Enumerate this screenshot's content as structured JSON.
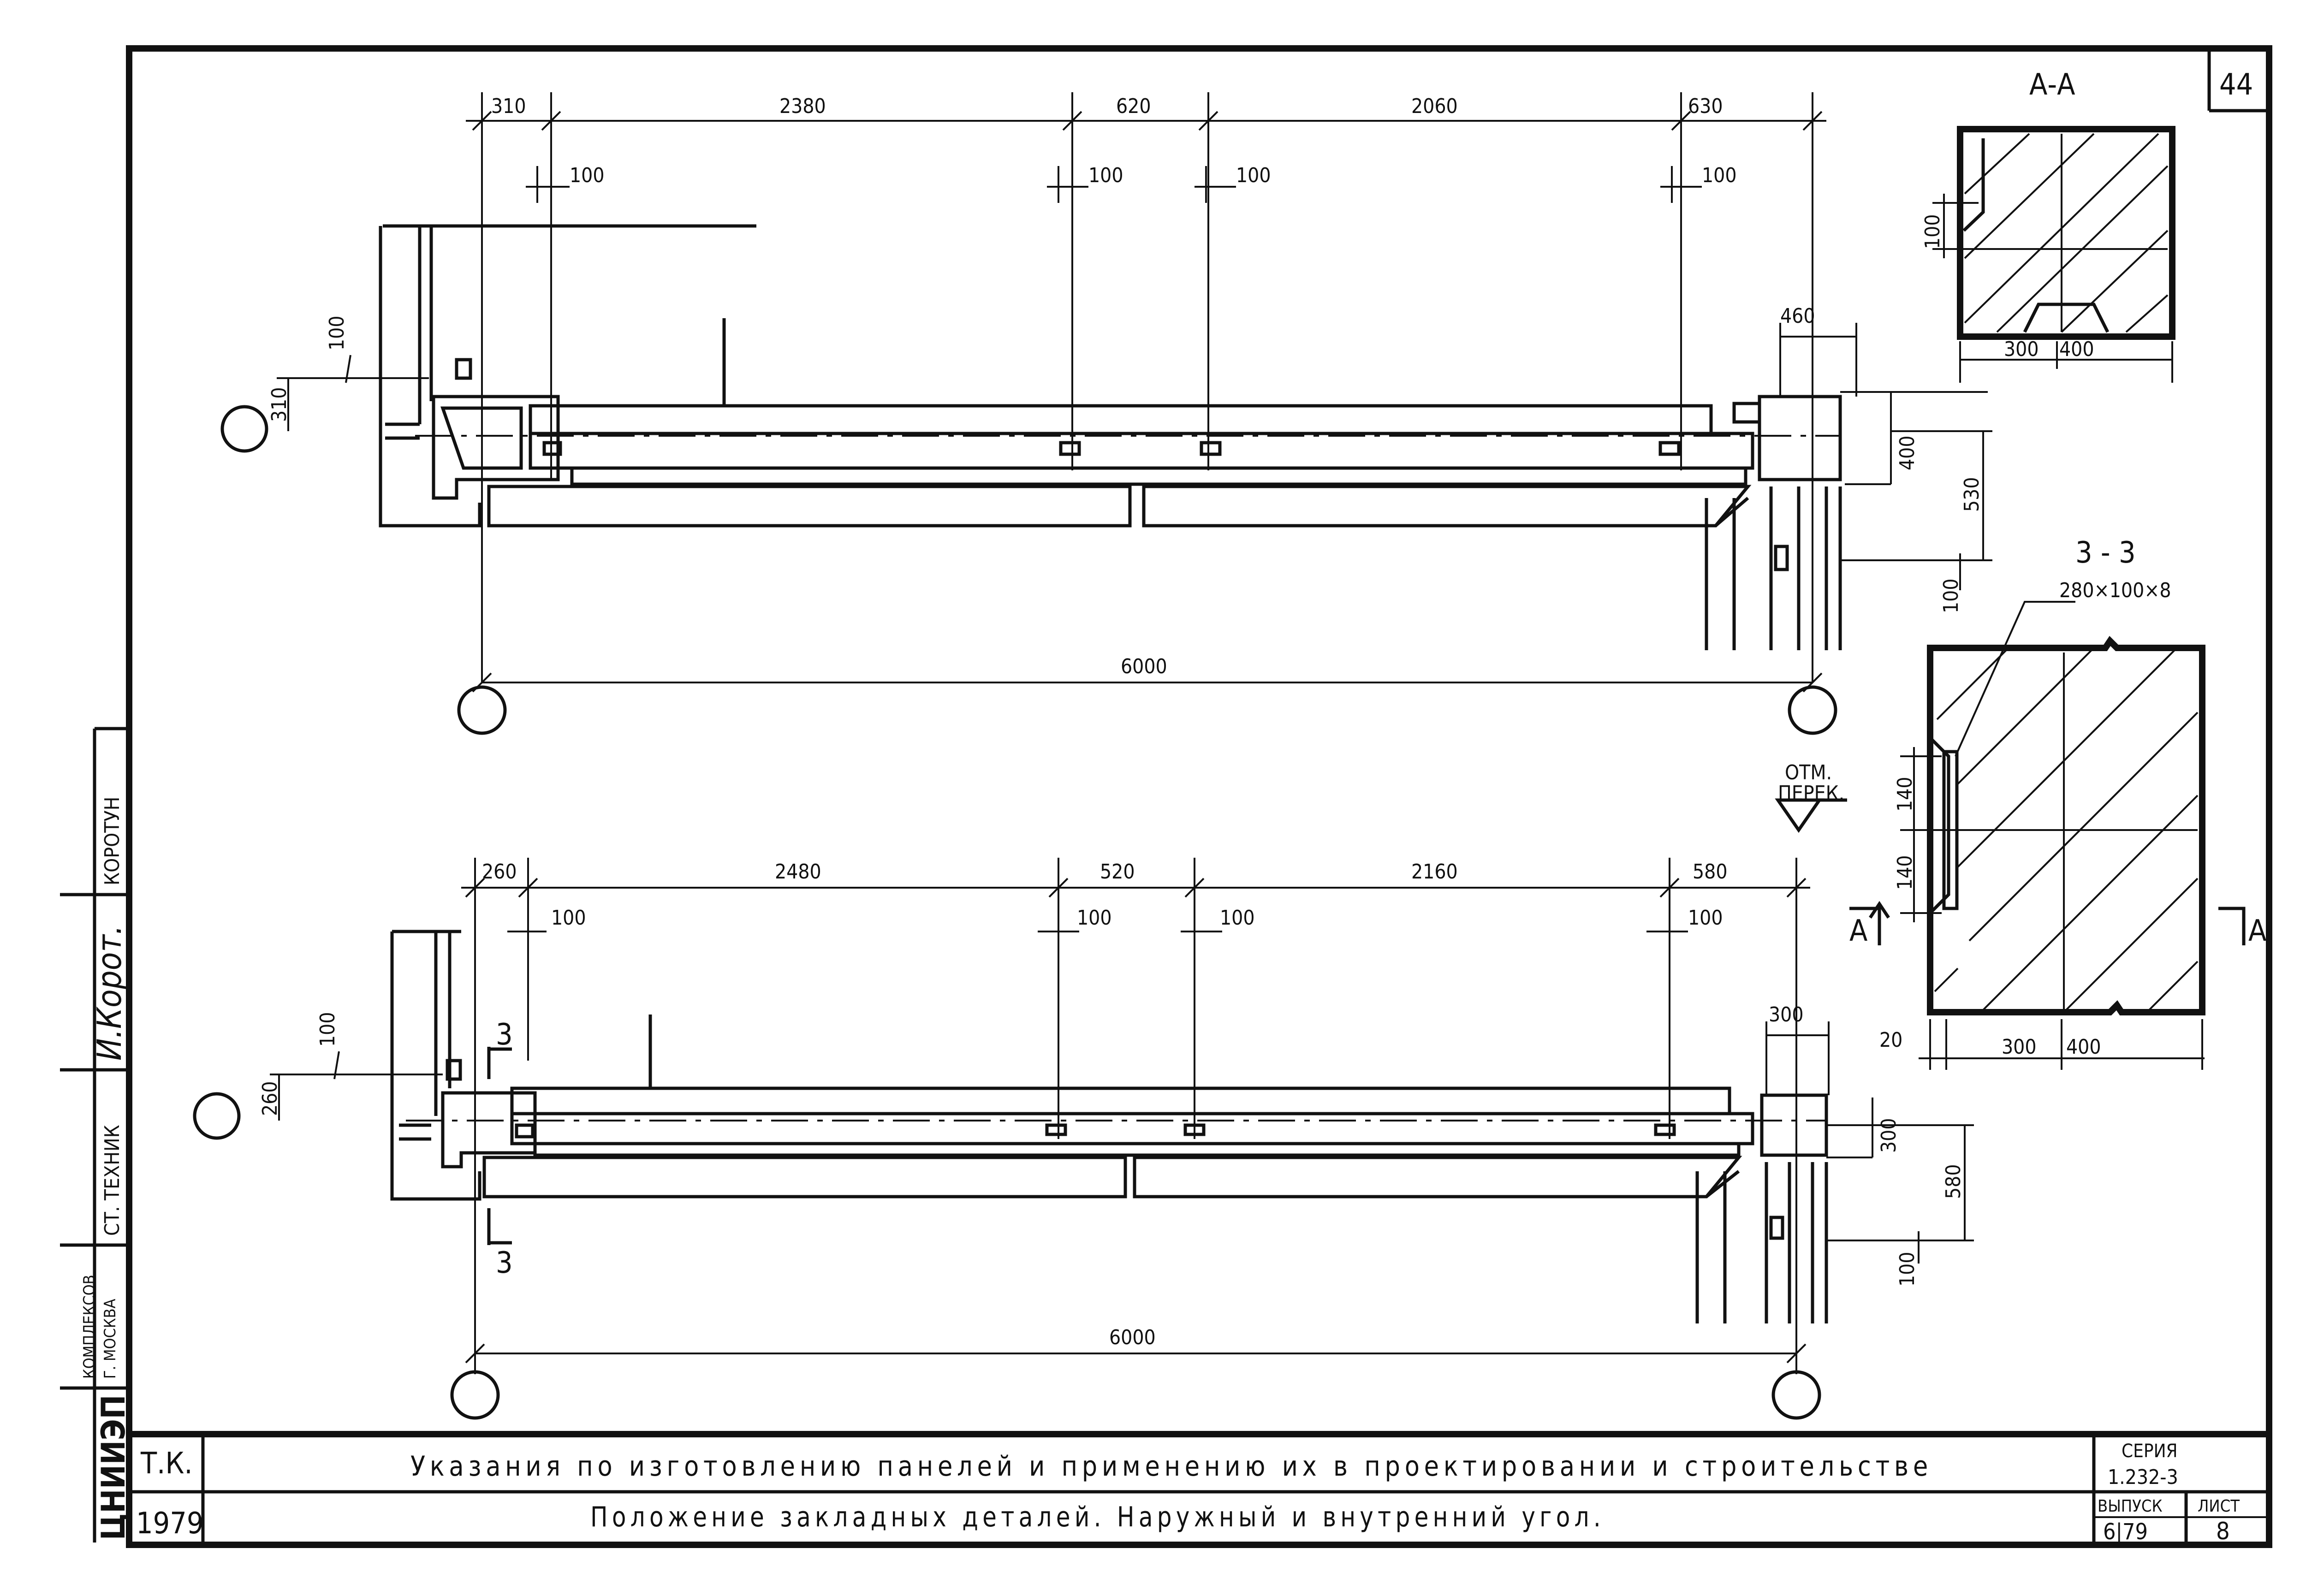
{
  "sheet": {
    "number": "44",
    "org_lines": [
      "КОМПЛЕКСОВ",
      "Г. МОСКВА"
    ],
    "org_logo": "ЦНИИЭП",
    "position_label": "СТ. ТЕХНИК",
    "person": "КОРОТУН",
    "signature": "И.Корот."
  },
  "title_block": {
    "tk": "Т.К.",
    "year": "1979",
    "main_title": "Указания по изготовлению панелей и применению их в проектировании и строительстве",
    "sub_title": "Положение закладных деталей. Наружный и внутренний угол.",
    "series_label": "СЕРИЯ",
    "series_value": "1.232-3",
    "issue_label": "ВЫПУСК",
    "issue_value": "6|79",
    "sheet_label": "ЛИСТ",
    "sheet_value": "8"
  },
  "plan_top": {
    "dims_top": [
      "310",
      "2380",
      "620",
      "2060",
      "630"
    ],
    "dims_100": [
      "100",
      "100",
      "100",
      "100"
    ],
    "dim_overall": "6000",
    "dim_left_100": "100",
    "dim_left_310": "310",
    "dim_right_460": "460",
    "dim_right_400": "400",
    "dim_right_530": "530",
    "dim_right_100": "100"
  },
  "plan_bottom": {
    "dims_top": [
      "260",
      "2480",
      "520",
      "2160",
      "580"
    ],
    "dims_100": [
      "100",
      "100",
      "100",
      "100"
    ],
    "dim_overall": "6000",
    "dim_left_100": "100",
    "dim_left_260": "260",
    "dim_right_300": "300",
    "dim_right_300b": "300",
    "dim_right_580": "580",
    "dim_right_100": "100",
    "section_mark": "3"
  },
  "section_aa": {
    "label": "А-А",
    "dim_100": "100",
    "dim_bottom_left": "300",
    "dim_bottom_right": "400"
  },
  "section_33": {
    "label": "3 - 3",
    "plate": "280×100×8",
    "otm": "ОТМ.",
    "perek": "ПЕРЕК.",
    "dim_140": "140",
    "dim_140b": "140",
    "dim_20": "20",
    "dim_bottom_left": "300",
    "dim_bottom_right": "400",
    "cut_label": "А"
  }
}
